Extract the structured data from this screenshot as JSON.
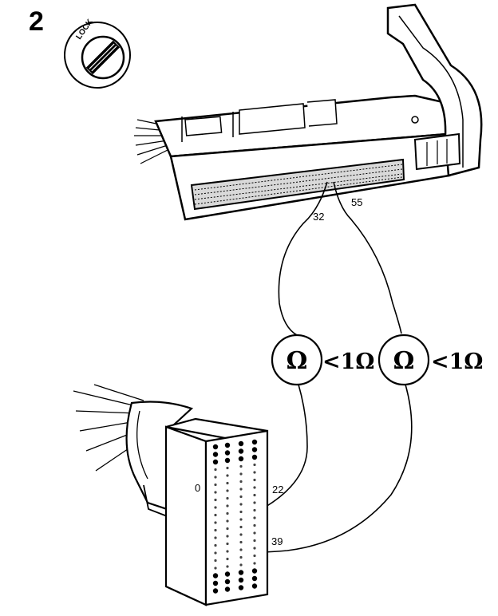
{
  "figure": {
    "step_number": "2",
    "ignition_switch": {
      "label": "LOCK",
      "icon": "ignition-key-lock-icon"
    },
    "ecu_connector": {
      "pin_a": "32",
      "pin_b": "55"
    },
    "breakout_box": {
      "pin_a": "22",
      "pin_b": "39",
      "side_mark": "0"
    },
    "meters": [
      {
        "symbol": "Ω",
        "reading": "<1Ω"
      },
      {
        "symbol": "Ω",
        "reading": "<1Ω"
      }
    ]
  }
}
